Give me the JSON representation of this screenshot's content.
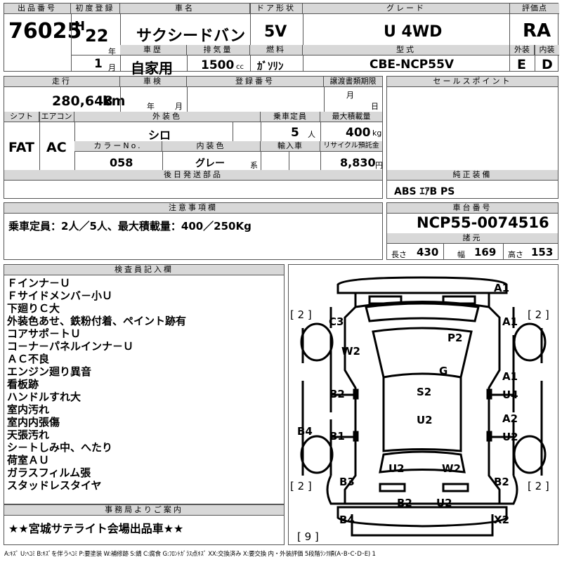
{
  "header": {
    "lot_label": "出品番号",
    "lot_value": "76025",
    "first_reg_label": "初度登録",
    "era": "H",
    "year_value": "22",
    "year_unit": "年",
    "month_value": "1",
    "month_unit": "月",
    "car_name_label": "車名",
    "car_name_value": "サクシードバン",
    "door_label": "ドア形状",
    "door_value": "5V",
    "grade_label": "グレード",
    "grade_value": "U 4WD",
    "score_label": "評価点",
    "score_value": "RA",
    "history_label": "車歴",
    "history_value": "自家用",
    "displacement_label": "排気量",
    "displacement_value": "1500",
    "displacement_unit": "cc",
    "fuel_label": "燃料",
    "fuel_value": "ｶﾞｿﾘﾝ",
    "model_label": "型式",
    "model_value": "CBE-NCP55V",
    "exterior_label": "外装",
    "exterior_value": "E",
    "interior_label": "内装",
    "interior_value": "D"
  },
  "row2": {
    "mileage_label": "走行",
    "mileage_value": "280,648",
    "mileage_unit": "km",
    "inspection_label": "車検",
    "inspection_year_unit": "年",
    "inspection_month_unit": "月",
    "reg_no_label": "登録番号",
    "transfer_label": "譲渡書類期限",
    "transfer_month_unit": "月",
    "transfer_day_unit": "日",
    "sales_point_label": "セールスポイント"
  },
  "row3": {
    "shift_label": "シフト",
    "shift_value": "FAT",
    "ac_label": "エアコン",
    "ac_value": "AC",
    "ext_color_label": "外装色",
    "ext_color_value": "シロ",
    "capacity_label": "乗車定員",
    "capacity_value": "5",
    "capacity_unit": "人",
    "max_load_label": "最大積載量",
    "max_load_value": "400",
    "max_load_unit": "kg",
    "color_no_label": "カラーNo.",
    "color_no_value": "058",
    "int_color_label": "内装色",
    "int_color_value": "グレー",
    "int_color_suffix": "系",
    "import_label": "輸入車",
    "recycle_label": "リサイクル預託金",
    "recycle_value": "8,830",
    "recycle_unit": "円",
    "later_parts_label": "後日発送部品",
    "genuine_label": "純正装備",
    "genuine_value": "ABS ｴｱB PS"
  },
  "notice": {
    "label": "注意事項欄",
    "value": "乗車定員：2人／5人、最大積載量：400／250Kg"
  },
  "chassis": {
    "label": "車台番号",
    "value": "NCP55-0074516",
    "dims_label": "諸元",
    "length_label": "長さ",
    "length_value": "430",
    "width_label": "幅",
    "width_value": "169",
    "height_label": "高さ",
    "height_value": "153"
  },
  "inspector": {
    "label": "検査員記入欄",
    "lines": [
      "Ｆインナ－Ｕ",
      "Ｆサイドメンバ－小Ｕ",
      "下廻りＣ大",
      "外装色あせ、鉄粉付着、ペイント跡有",
      "コアサポ－トＵ",
      "コ－ナ－パネルインナ－Ｕ",
      "ＡＣ不良",
      "エンジン廻り異音",
      "看板跡",
      "ハンドルすれ大",
      "室内汚れ",
      "室内内張傷",
      "天張汚れ",
      "シ－トしみ中、へたり",
      "荷室ＡＵ",
      "ガラスフィルム張",
      "スタッドレスタイヤ"
    ]
  },
  "office": {
    "label": "事務局よりご案内",
    "value": "★★宮城サテライト会場出品車★★"
  },
  "diagram": {
    "marks": [
      "A1",
      "A1",
      "C3",
      "P2",
      "W2",
      "G",
      "A1",
      "B2",
      "S2",
      "U4",
      "A2",
      "U2",
      "B4",
      "B1",
      "U2",
      "U2",
      "W2",
      "B3",
      "B2",
      "B2",
      "U2",
      "B4",
      "X2"
    ],
    "brackets": [
      "[ 2 ]",
      "[ 2 ]",
      "[ 2 ]",
      "[ 2 ]",
      "[ 9 ]"
    ]
  },
  "legend": "A:ｷｽﾞ U:ﾍｺﾐ B:ｷｽﾞを伴うﾍｺﾐ P:要塗装 W:補修跡 S:錆 C:腐食 G:ﾌﾛﾝﾄｶﾞﾗｽ点ｷｽﾞ XX:交換済み X:要交換 内・外装評価 5段階ﾗﾝｸ順(A･B･C･D･E) 1"
}
